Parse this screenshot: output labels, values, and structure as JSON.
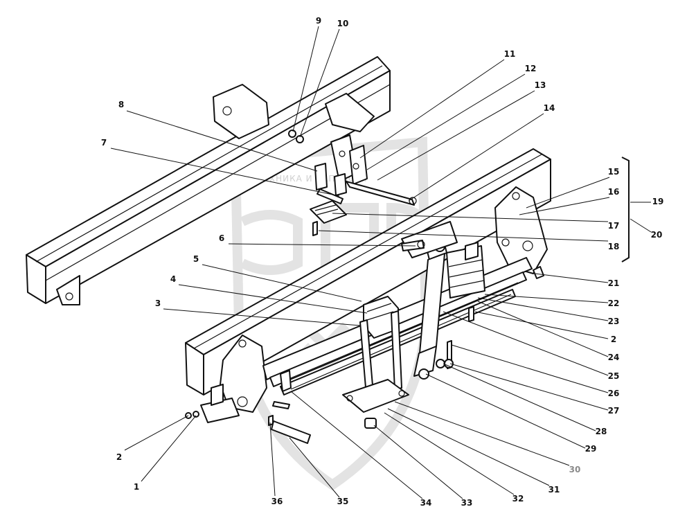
{
  "watermark": {
    "text": "ТЕХНИКА И ЗАПЧАСТИ"
  },
  "callouts": [
    {
      "id": "c1",
      "label": "1"
    },
    {
      "id": "c2a",
      "label": "2"
    },
    {
      "id": "c2b",
      "label": "2"
    },
    {
      "id": "c3",
      "label": "3"
    },
    {
      "id": "c4",
      "label": "4"
    },
    {
      "id": "c5",
      "label": "5"
    },
    {
      "id": "c6",
      "label": "6"
    },
    {
      "id": "c7",
      "label": "7"
    },
    {
      "id": "c8",
      "label": "8"
    },
    {
      "id": "c9",
      "label": "9"
    },
    {
      "id": "c10",
      "label": "10"
    },
    {
      "id": "c11",
      "label": "11"
    },
    {
      "id": "c12",
      "label": "12"
    },
    {
      "id": "c13",
      "label": "13"
    },
    {
      "id": "c14",
      "label": "14"
    },
    {
      "id": "c15",
      "label": "15"
    },
    {
      "id": "c16",
      "label": "16"
    },
    {
      "id": "c17",
      "label": "17"
    },
    {
      "id": "c18",
      "label": "18"
    },
    {
      "id": "c19",
      "label": "19"
    },
    {
      "id": "c20",
      "label": "20"
    },
    {
      "id": "c21",
      "label": "21"
    },
    {
      "id": "c22",
      "label": "22"
    },
    {
      "id": "c23",
      "label": "23"
    },
    {
      "id": "c24",
      "label": "24"
    },
    {
      "id": "c25",
      "label": "25"
    },
    {
      "id": "c26",
      "label": "26"
    },
    {
      "id": "c27",
      "label": "27"
    },
    {
      "id": "c28",
      "label": "28"
    },
    {
      "id": "c29",
      "label": "29"
    },
    {
      "id": "c30",
      "label": "30"
    },
    {
      "id": "c31",
      "label": "31"
    },
    {
      "id": "c32",
      "label": "32"
    },
    {
      "id": "c33",
      "label": "33"
    },
    {
      "id": "c34",
      "label": "34"
    },
    {
      "id": "c35",
      "label": "35"
    },
    {
      "id": "c36",
      "label": "36"
    }
  ]
}
